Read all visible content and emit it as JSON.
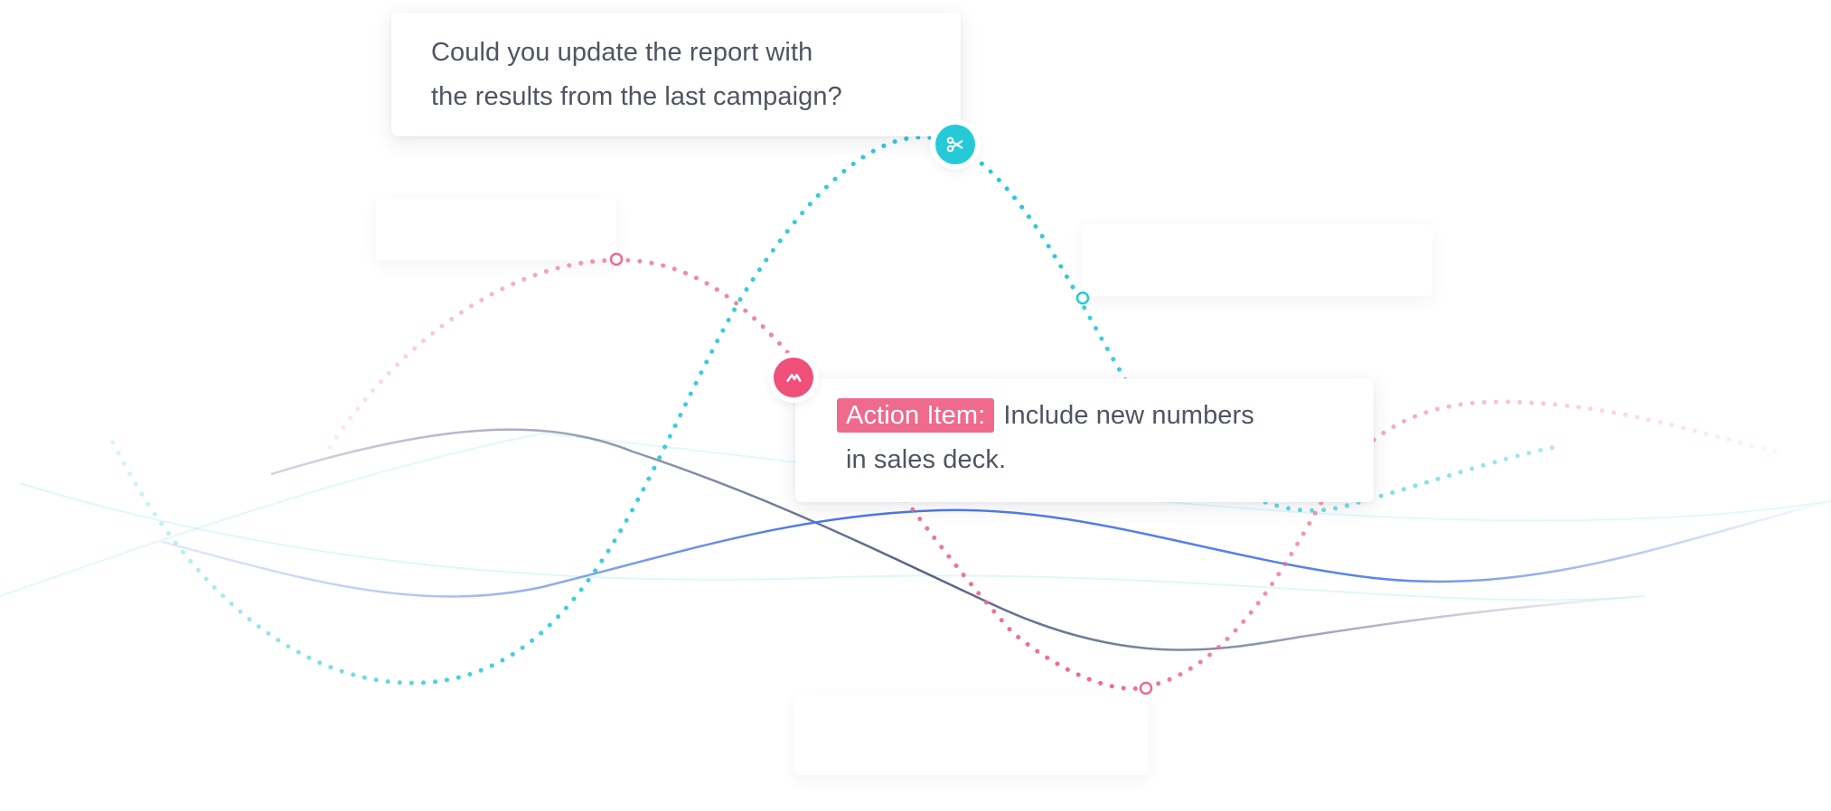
{
  "question_card": {
    "lines": [
      "Could you update the report with",
      "the results  from the last campaign?"
    ]
  },
  "action_card": {
    "tag_label": "Action Item:",
    "text_line1": "Include new numbers",
    "text_line2": "in sales deck."
  },
  "badges": {
    "teal": {
      "icon": "scissors-icon"
    },
    "pink": {
      "icon": "caret-up-icon"
    }
  },
  "colors": {
    "teal": "#25c9d7",
    "pink": "#ef6a8d",
    "blue": "#4a76e8",
    "navy": "#2a3a66",
    "text": "#4f5560"
  }
}
